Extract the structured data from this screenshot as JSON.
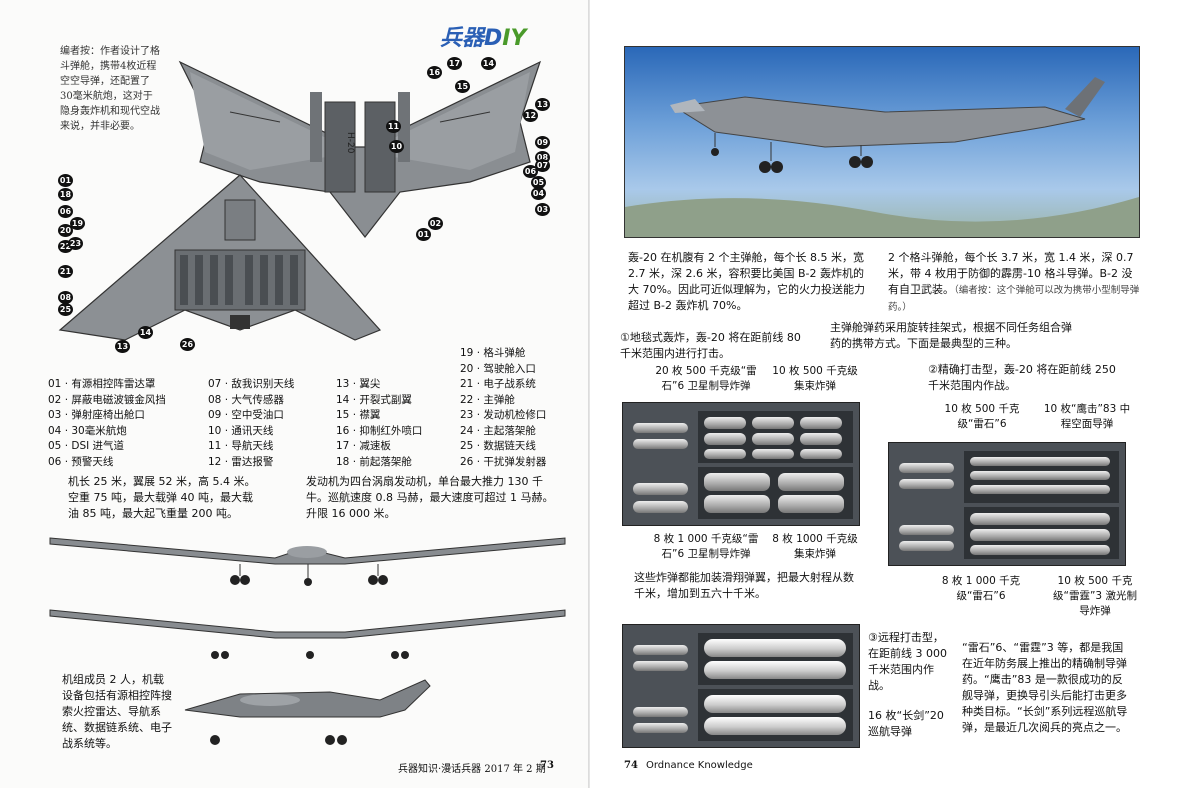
{
  "header": {
    "logo": "兵器D",
    "logo_tail": "IY"
  },
  "left": {
    "editor_note": "编者按：作者设计了格斗弹舱，携带4枚近程空空导弹，还配置了30毫米航炮，这对于隐身轰炸机和现代空战来说，并非必要。",
    "plane_mark": "H-20",
    "callouts_top": [
      "17",
      "16",
      "14",
      "15",
      "13",
      "12",
      "11",
      "10",
      "09",
      "08",
      "07",
      "06",
      "05",
      "04",
      "03",
      "02",
      "01"
    ],
    "callouts_bottom": [
      "01",
      "18",
      "06",
      "19",
      "20",
      "22",
      "23",
      "21",
      "08",
      "25",
      "14",
      "13",
      "26"
    ],
    "legend_top": [
      "19 · 格斗弹舱",
      "20 · 驾驶舱入口"
    ],
    "legend": [
      [
        "01 · 有源相控阵雷达罩",
        "07 · 敌我识别天线",
        "13 · 翼尖",
        "21 · 电子战系统"
      ],
      [
        "02 · 屏蔽电磁波镀金风挡",
        "08 · 大气传感器",
        "14 · 开裂式副翼",
        "22 · 主弹舱"
      ],
      [
        "03 · 弹射座椅出舱口",
        "09 · 空中受油口",
        "15 · 襟翼",
        "23 · 发动机检修口"
      ],
      [
        "04 · 30毫米航炮",
        "10 · 通讯天线",
        "16 · 抑制红外喷口",
        "24 · 主起落架舱"
      ],
      [
        "05 · DSI 进气道",
        "11 · 导航天线",
        "17 · 减速板",
        "25 · 数据链天线"
      ],
      [
        "06 · 预警天线",
        "12 · 雷达报警",
        "18 · 前起落架舱",
        "26 · 干扰弹发射器"
      ]
    ],
    "specs_left": "机长 25 米，翼展 52 米，高 5.4 米。空重 75 吨，最大载弹 40 吨，最大载油 85 吨，最大起飞重量 200 吨。",
    "specs_right": "发动机为四台涡扇发动机，单台最大推力 130 千牛。巡航速度 0.8 马赫，最大速度可超过 1 马赫。升限 16 000 米。",
    "crew": "机组成员 2 人，机载设备包括有源相控阵搜索火控雷达、导航系统、数据链系统、电子战系统等。",
    "footer": "兵器知识·漫话兵器  2017 年 2 期",
    "page_number": "73"
  },
  "right": {
    "bay_text": "轰-20 在机腹有 2 个主弹舱，每个长 8.5 米，宽 2.7 米，深 2.6 米，容积要比美国 B-2 轰炸机的大 70%。因此可近似理解为，它的火力投送能力超过 B-2 轰炸机 70%。",
    "fight_bay_text": "2 个格斗弹舱，每个长 3.7 米，宽 1.4 米，深 0.7 米，带 4 枚用于防御的霹雳-10 格斗导弹。B-2 没有自卫武装。",
    "fight_bay_note": "（编者按：这个弹舱可以改为携带小型制导弹药。）",
    "intro": "主弹舱弹药采用旋转挂架式，根据不同任务组合弹药的携带方式。下面是最典型的三种。",
    "case1_title": "①地毯式轰炸，轰-20 将在距前线 80 千米范围内进行打击。",
    "case1_labels_top": [
      "20 枚 500 千克级“雷石”6 卫星制导炸弹",
      "10 枚 500 千克级集束炸弹"
    ],
    "case1_labels_bottom": [
      "8 枚 1 000 千克级“雷石”6 卫星制导炸弹",
      "8 枚 1000 千克级集束炸弹"
    ],
    "glide_text": "这些炸弹都能加装滑翔弹翼，把最大射程从数千米，增加到五六十千米。",
    "case2_title": "②精确打击型，轰-20 将在距前线 250 千米范围内作战。",
    "case2_labels_top": [
      "10 枚 500 千克级“雷石”6",
      "10 枚“鹰击”83 中程空面导弹"
    ],
    "case2_labels_bottom": [
      "8 枚 1 000 千克级“雷石”6",
      "10 枚 500 千克级“雷霆”3 激光制导炸弹"
    ],
    "case3_title": "③远程打击型，在距前线 3 000 千米范围内作战。",
    "case3_label": "16 枚“长剑”20 巡航导弹",
    "closing": "“雷石”6、“雷霆”3 等，都是我国在近年防务展上推出的精确制导弹药。“鹰击”83 是一款很成功的反舰导弹，更换导引头后能打击更多种类目标。“长剑”系列远程巡航导弹，是最近几次阅兵的亮点之一。",
    "page_number": "74",
    "footer": "Ordnance Knowledge"
  },
  "colors": {
    "logo_blue": "#2a5fb5",
    "logo_green": "#4a9a2a",
    "panel_gray": "#4c5157",
    "sky": "#3d7cc8"
  }
}
